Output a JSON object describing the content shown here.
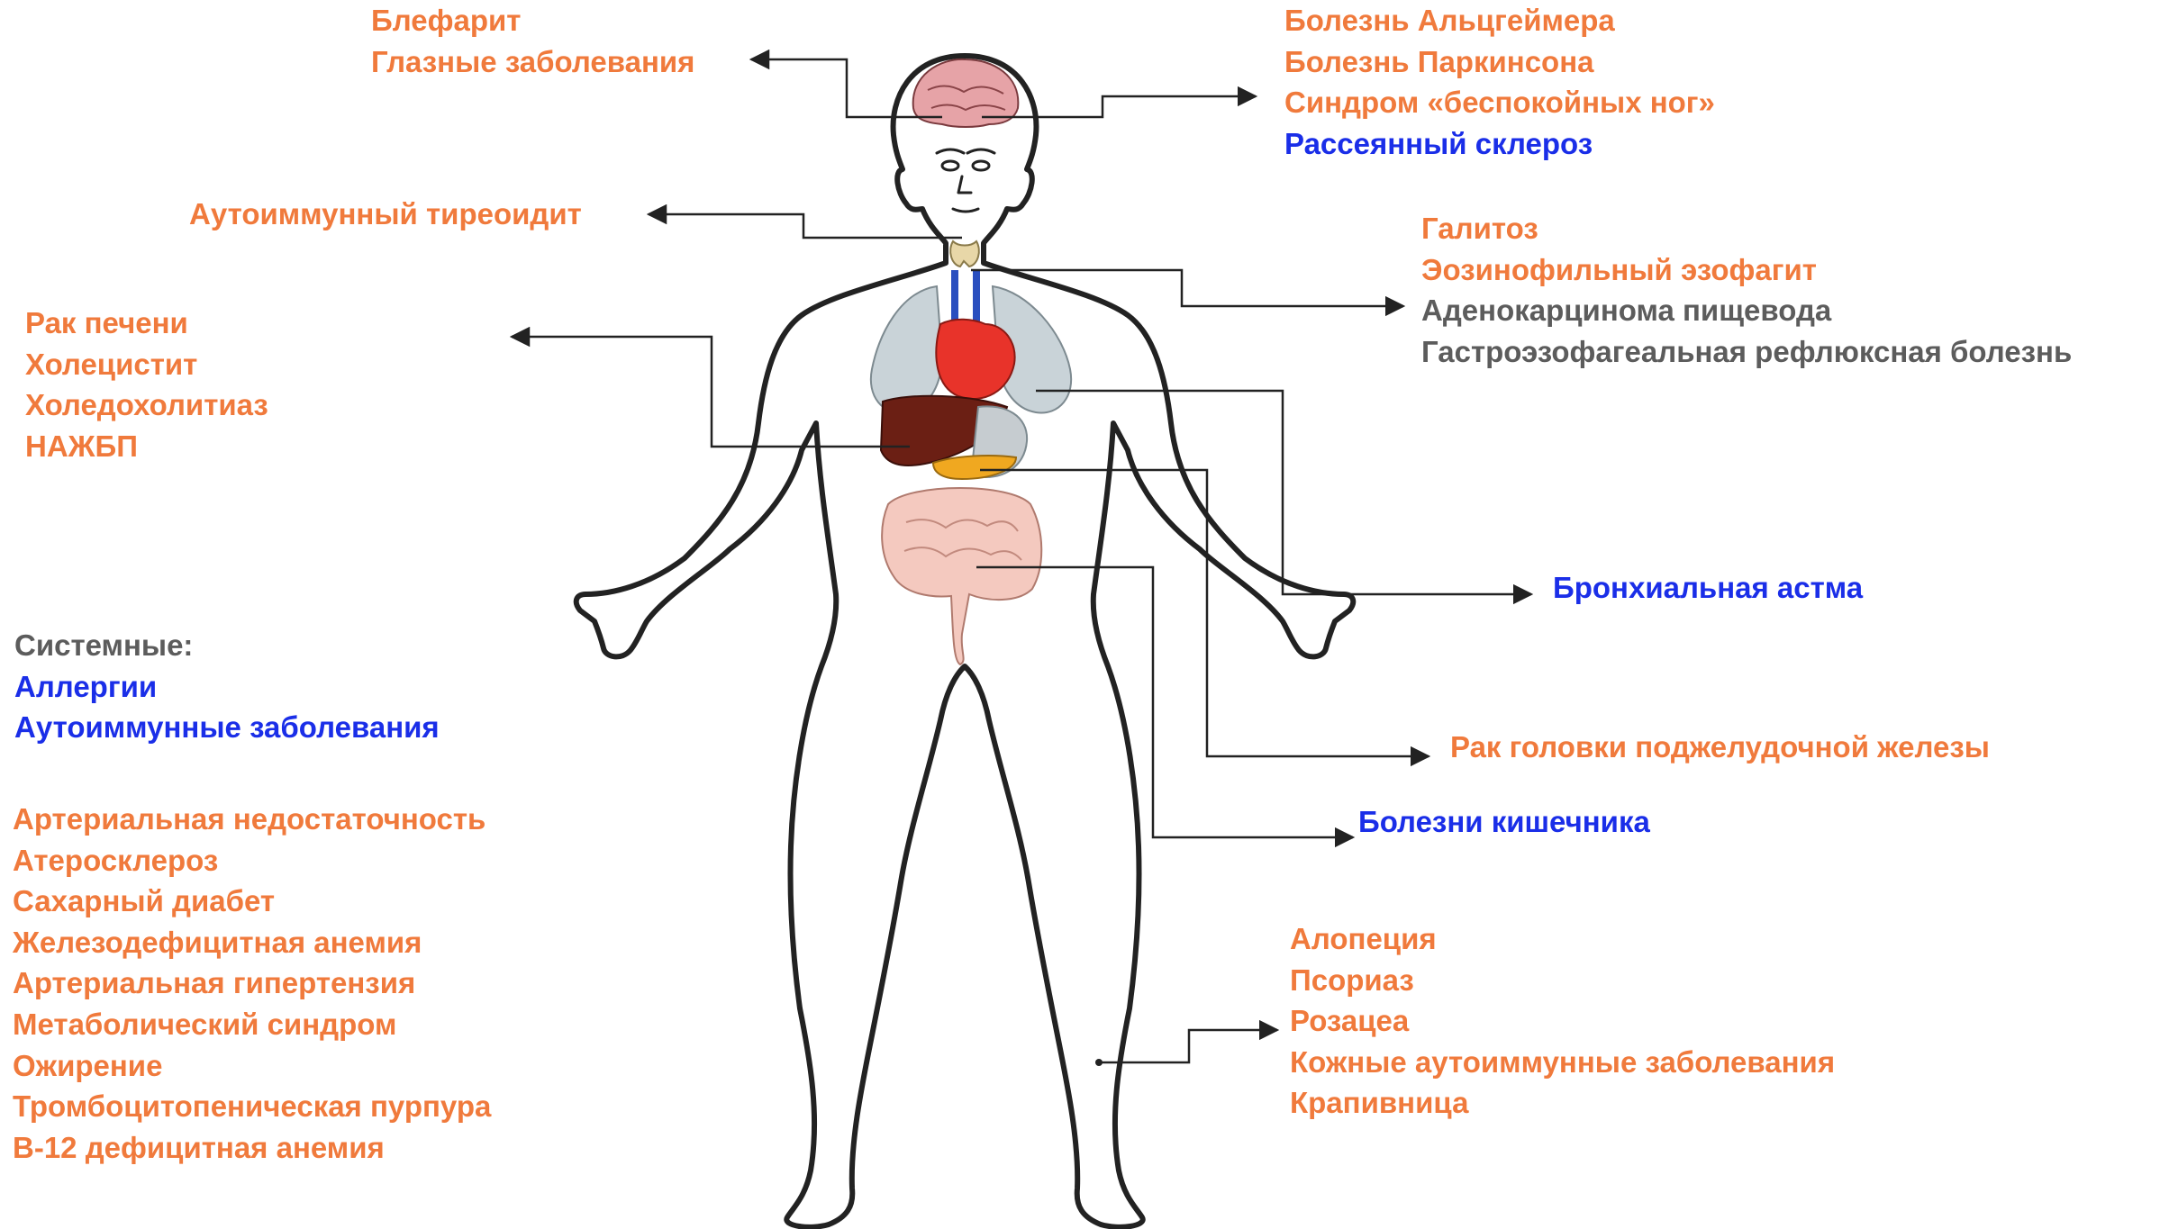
{
  "labels": {
    "eyes": [
      "Блефарит",
      "Глазные заболевания"
    ],
    "brain": [
      "Болезнь Альцгеймера",
      "Болезнь Паркинсона",
      "Синдром «беспокойных ног»",
      "Рассеянный склероз"
    ],
    "thyroid": [
      "Аутоиммунный тиреоидит"
    ],
    "esophagus": [
      "Галитоз",
      "Эозинофильный эзофагит",
      "Аденокарцинома пищевода",
      "Гастроэзофагеальная рефлюксная болезнь"
    ],
    "liver": [
      "Рак печени",
      "Холецистит",
      "Холедохолитиаз",
      "НАЖБП"
    ],
    "lungs": [
      "Бронхиальная астма"
    ],
    "systemic": [
      "Системные:",
      "Аллергии",
      "Аутоиммунные заболевания"
    ],
    "pancreas": [
      "Рак головки поджелудочной железы"
    ],
    "intestine": [
      "Болезни кишечника"
    ],
    "cardio": [
      "Артериальная недостаточность",
      "Атеросклероз",
      "Сахарный диабет",
      "Железодефицитная анемия",
      "Артериальная гипертензия",
      "Метаболический синдром",
      "Ожирение",
      "Тромбоцитопеническая пурпура",
      "В-12 дефицитная анемия"
    ],
    "skin": [
      "Алопеция",
      "Псориаз",
      "Розацеа",
      "Кожные аутоиммунные заболевания",
      "Крапивница"
    ]
  },
  "colors": {
    "orange": "#f07a3c",
    "blue": "#1a2ee8",
    "gray": "#5c5c5c",
    "body_outline": "#222222",
    "heart": "#e8332a",
    "lungs": "#c9d3d8",
    "liver": "#6b1f14",
    "pancreas": "#f0a820",
    "intestine": "#f4c9bf",
    "brain": "#e6a3a7"
  }
}
